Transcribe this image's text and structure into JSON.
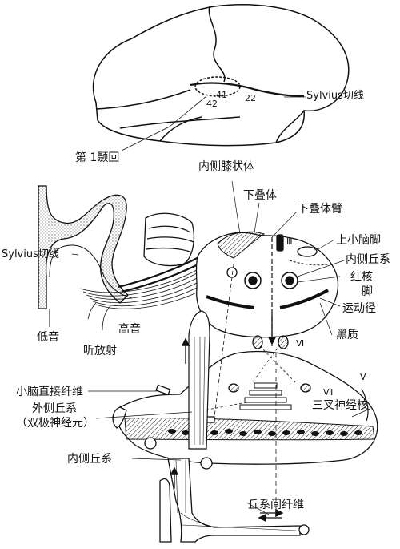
{
  "labels": {
    "sylvius_fissure_top": "Sylvius切线",
    "first_temporal_gyrus": "第 1颞回",
    "area_41": "41",
    "area_42": "42",
    "area_22": "22",
    "medial_geniculate_body": "内侧膝状体",
    "inferior_colliculus": "下叠体",
    "brachium_inferior_colliculus": "下叠体臂",
    "cn_III": "Ⅲ",
    "superior_cerebellar_peduncle": "上小脑脚",
    "medial_lemniscus_top": "内侧丘系",
    "red_nucleus": "红核",
    "cerebral_peduncle": "脚",
    "motor_pathway": "运动径",
    "substantia_nigra": "黑质",
    "sylvius_fissure_left": "Sylvius切线",
    "high_tone": "高音",
    "low_tone": "低音",
    "auditory_radiation": "听放射",
    "cn_VI": "Ⅵ",
    "cn_V": "Ⅴ",
    "cn_VII": "Ⅶ",
    "direct_cerebellar_fibers": "小脑直接纤维",
    "lateral_lemniscus": "外侧丘系",
    "bipolar_neurons": "（双极神经元）",
    "trigeminal_nucleus": "三叉神经核",
    "medial_lemniscus_bottom": "内侧丘系",
    "commissural_fibers": "丘系间纤维"
  }
}
